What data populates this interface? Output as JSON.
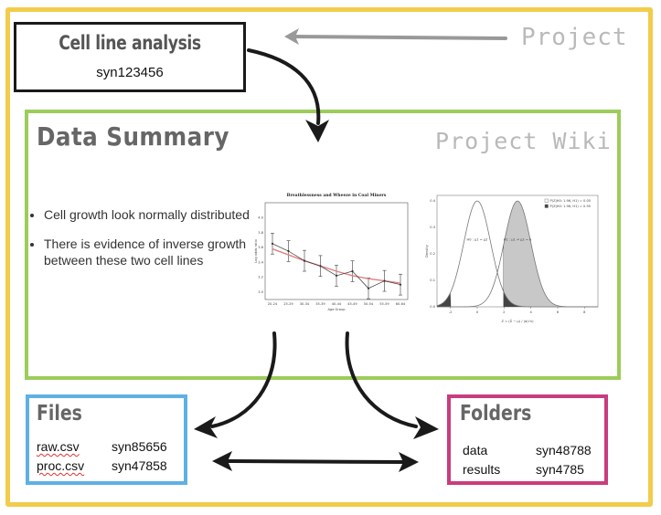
{
  "project": {
    "title": "Cell line analysis",
    "id": "syn123456",
    "label": "Project"
  },
  "wiki": {
    "title": "Data Summary",
    "label": "Project Wiki",
    "bullets": [
      "Cell growth look normally distributed",
      "There is evidence of inverse growth between these two cell lines"
    ]
  },
  "files": {
    "title": "Files",
    "rows": [
      {
        "name": "raw.csv",
        "id": "syn85656"
      },
      {
        "name": "proc.csv",
        "id": "syn47858"
      }
    ]
  },
  "folders": {
    "title": "Folders",
    "rows": [
      {
        "name": "data",
        "id": "syn48788"
      },
      {
        "name": "results",
        "id": "syn4785"
      }
    ]
  },
  "colors": {
    "project_frame": "#f2cc4a",
    "wiki_frame": "#9ccc5a",
    "files_frame": "#5fb0e3",
    "folders_frame": "#c93c7e"
  },
  "chart_data": [
    {
      "type": "line",
      "title": "Breathlessness and Wheeze in Coal Miners",
      "xlabel": "Age Group",
      "ylabel": "Log odds ratio",
      "categories": [
        "20-24",
        "25-29",
        "30-34",
        "35-39",
        "40-44",
        "45-49",
        "50-54",
        "55-59",
        "60-64"
      ],
      "series": [
        {
          "values": [
            3.65,
            3.55,
            3.42,
            3.35,
            3.22,
            3.28,
            3.05,
            3.15,
            3.1
          ]
        },
        {
          "values": [
            3.58,
            3.5,
            3.42,
            3.35,
            3.28,
            3.22,
            3.18,
            3.15,
            3.12
          ]
        }
      ],
      "ylim": [
        2.9,
        4.2
      ]
    },
    {
      "type": "area",
      "xlabel": "Z = (X̄ − μ) / (σ/√n)",
      "ylabel": "Density",
      "legend": [
        "P(Z|H0: 1.96, H1) = 0.05",
        "P(Z|H0: 1.96, H1) = 0.95"
      ],
      "curve_labels": [
        "H0 : μ1 = μ2",
        "H1 : μ1 ≠ μ2 = δ"
      ],
      "x_ticks": [
        -2,
        0,
        2,
        4,
        6,
        8
      ],
      "y_ticks": [
        0.0,
        0.1,
        0.2,
        0.3,
        0.4
      ],
      "xlim": [
        -3,
        9
      ],
      "ylim": [
        0,
        0.42
      ],
      "means": [
        0,
        3
      ],
      "critical_value": 1.96
    }
  ]
}
